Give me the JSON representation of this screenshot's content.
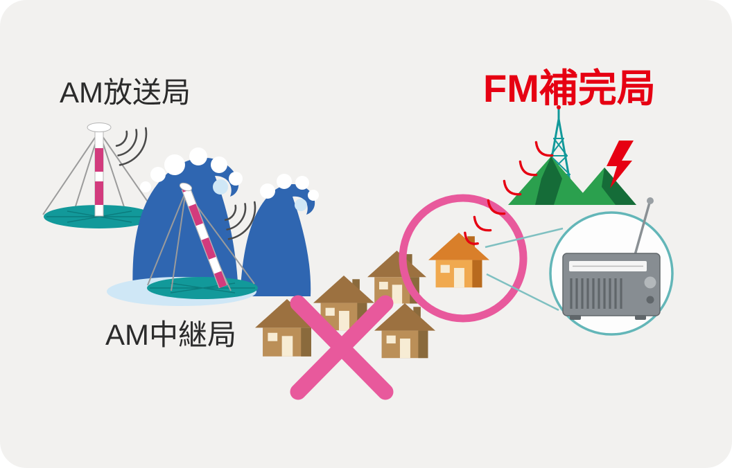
{
  "title": "AM broadcast disruption and FM complementary station diagram",
  "labels": {
    "am_station": "AM放送局",
    "am_relay": "AM中継局",
    "fm_station": "FM補完局"
  },
  "icons": {
    "tsunami": "tsunami-wave-icon",
    "blocked": "blocked-signal-x-icon",
    "lightning": "lightning-bolt-icon",
    "radio": "portable-radio-icon",
    "mountain": "mountains-icon",
    "fm_tower": "fm-lattice-tower-icon",
    "am_tower": "am-mast-tower-icon",
    "radio_waves": "radio-wave-arcs-icon"
  },
  "colors": {
    "card_bg": "#f2f1ef",
    "label_dark": "#2b2b2b",
    "fm_red": "#e60012",
    "pink": "#e8599c",
    "teal": "#12999a",
    "circle_teal": "#63b6b8",
    "wave_blue": "#2f66b1",
    "wave_light": "#cfe7f6",
    "mountain_green": "#2ba04e",
    "mountain_dark": "#156c38",
    "mast_pink": "#d23b7d",
    "signal_gray": "#4a4a4a",
    "house_roof": "#9c7140",
    "house_body": "#bb8f58",
    "house_shade": "#8a6a3c",
    "orange_roof": "#d97f2a",
    "orange_body": "#f0a94f",
    "orange_shade": "#b86a1e",
    "radio_gray": "#878d92",
    "radio_dark": "#60666a"
  }
}
